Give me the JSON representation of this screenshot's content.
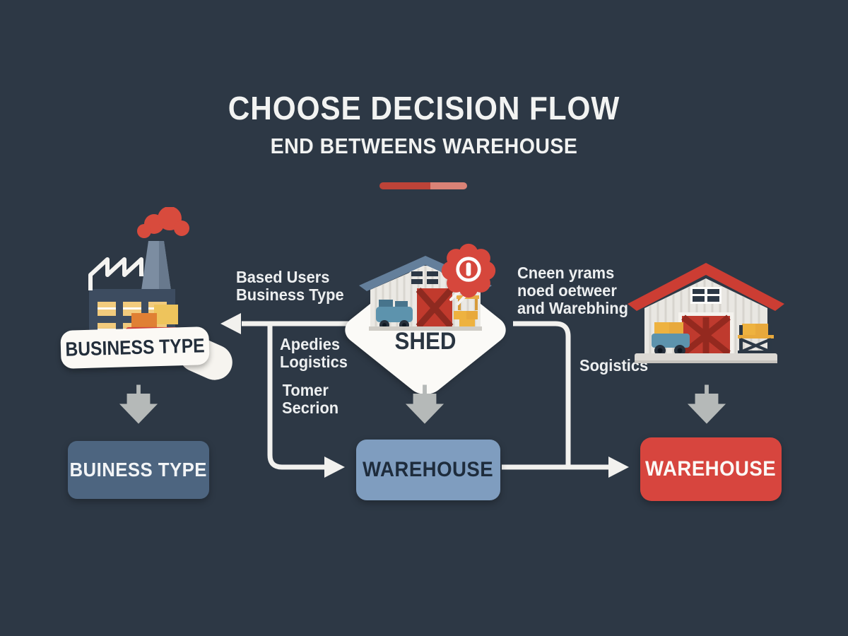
{
  "header": {
    "title": "CHOOSE DECISION FLOW",
    "subtitle": "END BETWEENS WAREHOUSE"
  },
  "nodes": {
    "source": {
      "label": "BUSINESS TYPE",
      "icon": "factory-icon"
    },
    "decision": {
      "label": "SHED",
      "icon": "shed-icon",
      "badge_icon": "alert-badge-icon"
    },
    "destination": {
      "icon": "barn-warehouse-icon"
    },
    "outcome_left": {
      "label": "BUINESS TYPE",
      "color": "#4d6580"
    },
    "outcome_center": {
      "label": "WAREHOUSE",
      "color": "#7f9dbf"
    },
    "outcome_right": {
      "label": "WAREHOUSE",
      "color": "#d7453e"
    }
  },
  "annotations": {
    "based_users": [
      "Based Users",
      "Business Type"
    ],
    "apedies": [
      "Apedies",
      "Logistics"
    ],
    "tomer": [
      "Tomer",
      "Secrion"
    ],
    "cneen": [
      "Cneen yrams",
      "noed oetweer",
      "and Warebhing"
    ],
    "sogistics": [
      "Sogistics"
    ]
  },
  "colors": {
    "background": "#2d3845",
    "divider_left": "#bd4338",
    "divider_right": "#da8276",
    "arrow_white": "#f2f1ee",
    "arrow_gray": "#b5b9b8",
    "accent_red": "#d7453e",
    "pill_white": "#fbf9f5",
    "node_slate": "#4d6580",
    "node_blue": "#7f9dbf"
  },
  "icons": {
    "factory": "factory-icon",
    "shed": "shed-icon",
    "barn": "barn-warehouse-icon",
    "badge": "alert-badge-icon",
    "down_arrow": "down-arrow-icon"
  }
}
